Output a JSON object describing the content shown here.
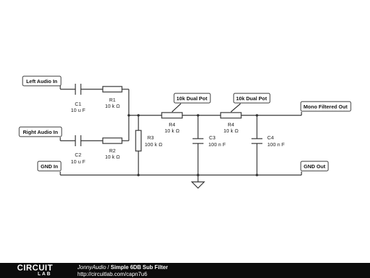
{
  "pins": {
    "left_audio_in": "Left Audio In",
    "right_audio_in": "Right Audio In",
    "gnd_in": "GND In",
    "pot1": "10k Dual Pot",
    "pot2": "10k Dual Pot",
    "mono_out": "Mono Filtered Out",
    "gnd_out": "GND Out"
  },
  "components": {
    "c1": {
      "name": "C1",
      "value": "10 u F"
    },
    "r1": {
      "name": "R1",
      "value": "10 k Ω"
    },
    "c2": {
      "name": "C2",
      "value": "10 u F"
    },
    "r2": {
      "name": "R2",
      "value": "10 k Ω"
    },
    "r3": {
      "name": "R3",
      "value": "100 k Ω"
    },
    "r4a": {
      "name": "R4",
      "value": "10 k Ω"
    },
    "c3": {
      "name": "C3",
      "value": "100 n F"
    },
    "r4b": {
      "name": "R4",
      "value": "10 k Ω"
    },
    "c4": {
      "name": "C4",
      "value": "100 n F"
    }
  },
  "footer": {
    "logo_top": "CIRCUIT",
    "logo_bottom": "LAB",
    "author": "JonnyAudio",
    "separator": " / ",
    "title": "Simple 6DB Sub Filter",
    "url": "http://circuitlab.com/capn7u6"
  }
}
